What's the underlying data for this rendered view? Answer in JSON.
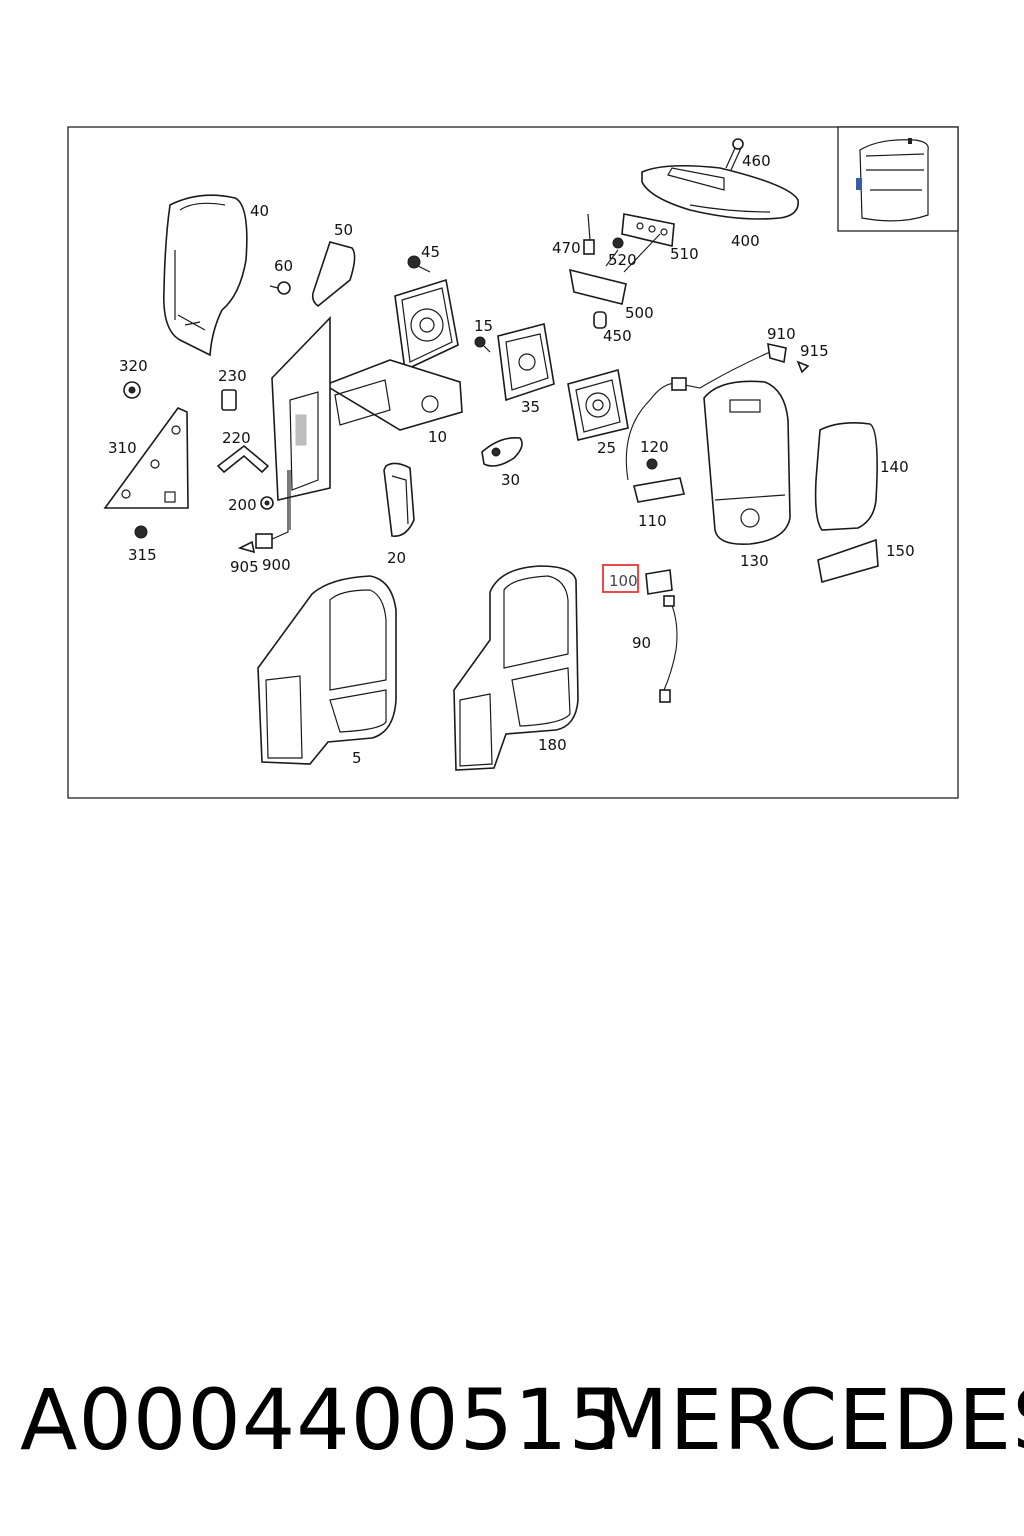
{
  "diagram": {
    "callouts": {
      "c460": "460",
      "c40": "40",
      "c50": "50",
      "c45": "45",
      "c60": "60",
      "c470": "470",
      "c520": "520",
      "c510": "510",
      "c400": "400",
      "c500": "500",
      "c15": "15",
      "c450": "450",
      "c910": "910",
      "c915": "915",
      "c320": "320",
      "c230": "230",
      "c35": "35",
      "c10": "10",
      "c220": "220",
      "c310": "310",
      "c120": "120",
      "c25": "25",
      "c140": "140",
      "c30": "30",
      "c200": "200",
      "c110": "110",
      "c315": "315",
      "c905": "905",
      "c900": "900",
      "c20": "20",
      "c130": "130",
      "c150": "150",
      "c100": "100",
      "c90": "90",
      "c5": "5",
      "c180": "180"
    },
    "highlight_color": "#e53935"
  },
  "footer": {
    "part_number": "A0004400515",
    "brand": "MERCEDES"
  }
}
